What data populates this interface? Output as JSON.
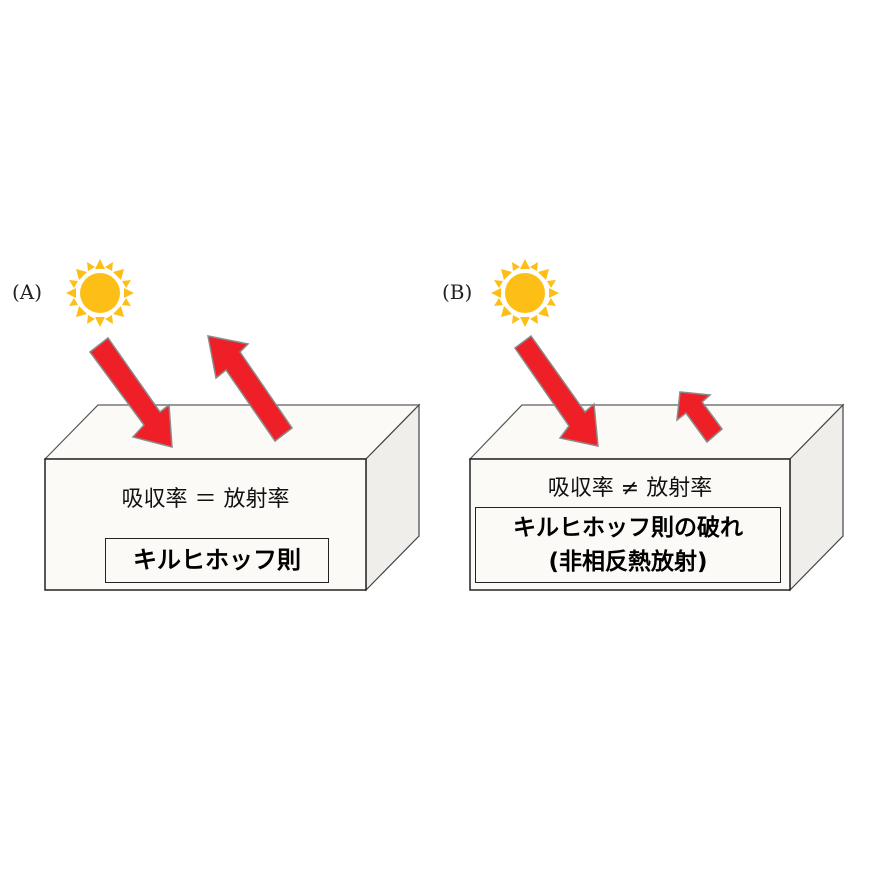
{
  "colors": {
    "sun_fill": "#FDBE15",
    "arrow_fill": "#EE1F26",
    "arrow_stroke": "#8a8a8a",
    "box_front": "#FCFAF7",
    "box_side": "#EFEEEA",
    "box_stroke": "#333333"
  },
  "panel_a": {
    "label": "(A)",
    "equation": "吸収率 ＝ 放射率",
    "law_lines": [
      "キルヒホッフ則"
    ],
    "arrows": [
      {
        "direction": "incoming"
      },
      {
        "direction": "outgoing"
      }
    ]
  },
  "panel_b": {
    "label": "(B)",
    "equation": "吸収率 ≠ 放射率",
    "law_lines": [
      "キルヒホッフ則の破れ",
      "(非相反熱放射)"
    ],
    "arrows": [
      {
        "direction": "incoming"
      },
      {
        "direction": "outgoing-short"
      }
    ]
  }
}
